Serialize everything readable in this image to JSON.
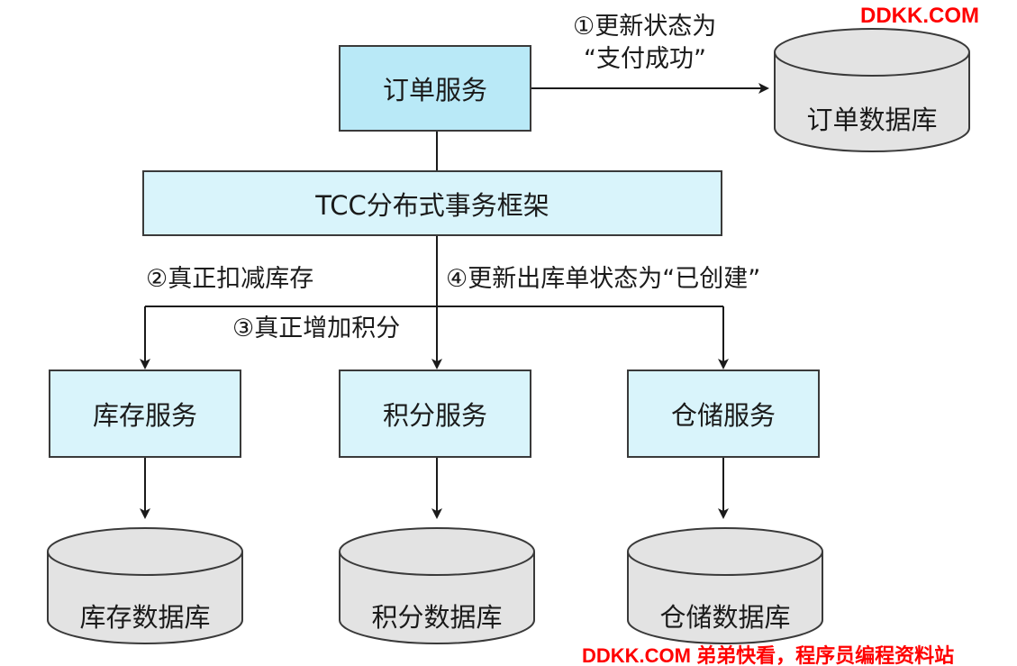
{
  "diagram": {
    "order_service": "订单服务",
    "tcc_framework": "TCC分布式事务框架",
    "inventory_service": "库存服务",
    "points_service": "积分服务",
    "warehouse_service": "仓储服务",
    "order_db": "订单数据库",
    "inventory_db": "库存数据库",
    "points_db": "积分数据库",
    "warehouse_db": "仓储数据库",
    "step1_line1": "①更新状态为",
    "step1_line2": "“支付成功”",
    "step2": "②真正扣减库存",
    "step3": "③真正增加积分",
    "step4": "④更新出库单状态为“已创建”"
  },
  "watermark": {
    "top": "DDKK.COM",
    "bottom": "DDKK.COM 弟弟快看，程序员编程资料站"
  },
  "colors": {
    "box_dark": "#b9e9f7",
    "box_light": "#d9f4fb",
    "db_fill": "#e3e3e3",
    "stroke": "#3a3a3a",
    "watermark": "#ff0000"
  }
}
